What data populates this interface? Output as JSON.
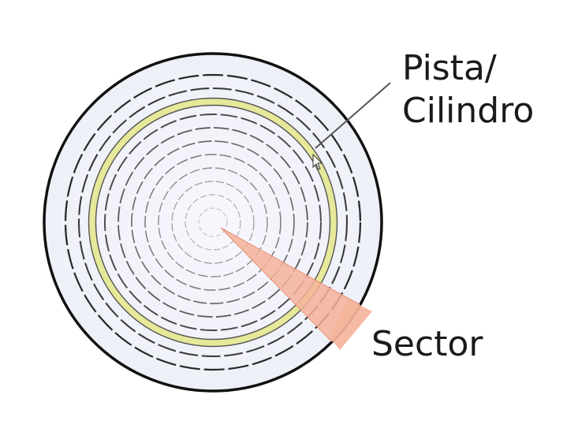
{
  "diagram": {
    "track_label_line1": "Pista/",
    "track_label_line2": "Cilindro",
    "sector_label": "Sector",
    "colors": {
      "disk_fill": "#f4f5fb",
      "disk_outline": "#111111",
      "highlight_track": "#e6e89a",
      "sector_fill": "#f5b39a",
      "sector_edge": "#e89072"
    }
  }
}
